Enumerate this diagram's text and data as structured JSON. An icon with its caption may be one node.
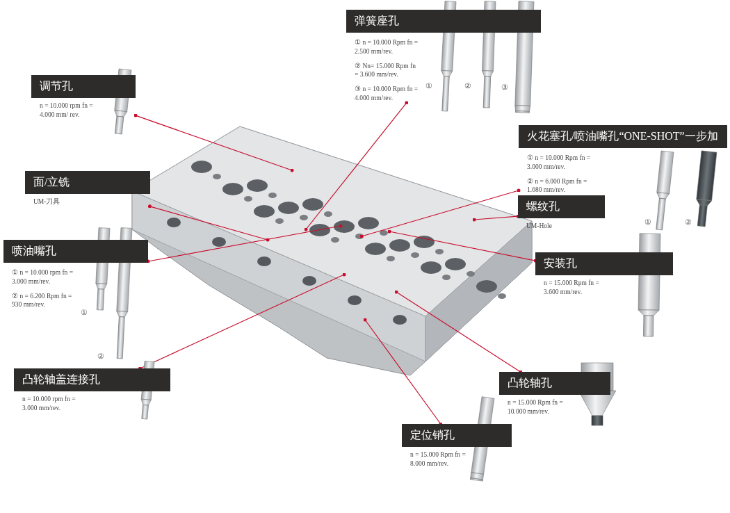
{
  "diagram": {
    "nodes": [
      {
        "text": [
          "弹簧座孔",
          "① n = 10.000 Rpm fn = 2.500 mm/rev.",
          "② Nn= 15.000 Rpm fn =  3.600 mm/rev.",
          "③ n = 10.000 Rpm fn = 4.000 mm/rev."
        ]
      },
      {
        "text": [
          "调节孔",
          "n = 10.000 rpm fn = 4.000 mm/ rev."
        ]
      },
      {
        "text": [
          "火花塞孔/喷油嘴孔“ONE-SHOT”一步加",
          "① n = 10.000 Rpm fn = 3.000 mm/rev.",
          "② n = 6.000 Rpm fn = 1.680 mm/rev."
        ]
      },
      {
        "text": [
          "面/立铣",
          "UM-刀具"
        ]
      },
      {
        "text": [
          "螺纹孔",
          "UM-Hole"
        ]
      },
      {
        "text": [
          "喷油嘴孔",
          "① n = 10.000 rpm fn = 3.000 mm/rev.",
          "② n = 6.200 Rpm fn = 930 mm/rev."
        ]
      },
      {
        "text": [
          "安装孔",
          "n = 15.000 Rpm fn = 3.600 mm/rev."
        ]
      },
      {
        "text": [
          "凸轮轴盖连接孔",
          "n = 10.000 rpm fn = 3.000 mm/rev."
        ]
      },
      {
        "text": [
          "凸轮轴孔",
          "n = 15.000 Rpm fn = 10.000 mm/rev."
        ]
      },
      {
        "text": [
          "定位销孔",
          "n = 15.000 Rpm fn = 8.000 mm/rev."
        ]
      }
    ],
    "edges": [
      {
        "from": 0,
        "to": null,
        "arrow": "other"
      },
      {
        "from": 1,
        "to": null,
        "arrow": "other"
      },
      {
        "from": 2,
        "to": null,
        "arrow": "other"
      },
      {
        "from": 3,
        "to": null,
        "arrow": "other"
      },
      {
        "from": 4,
        "to": null,
        "arrow": "other"
      },
      {
        "from": 5,
        "to": null,
        "arrow": "other"
      },
      {
        "from": 6,
        "to": null,
        "arrow": "other"
      },
      {
        "from": 7,
        "to": null,
        "arrow": "other"
      },
      {
        "from": 8,
        "to": null,
        "arrow": "other"
      },
      {
        "from": 9,
        "to": null,
        "arrow": "other"
      }
    ],
    "labels": [
      "①",
      "②",
      "③",
      "①",
      "②",
      "①",
      "②"
    ]
  }
}
